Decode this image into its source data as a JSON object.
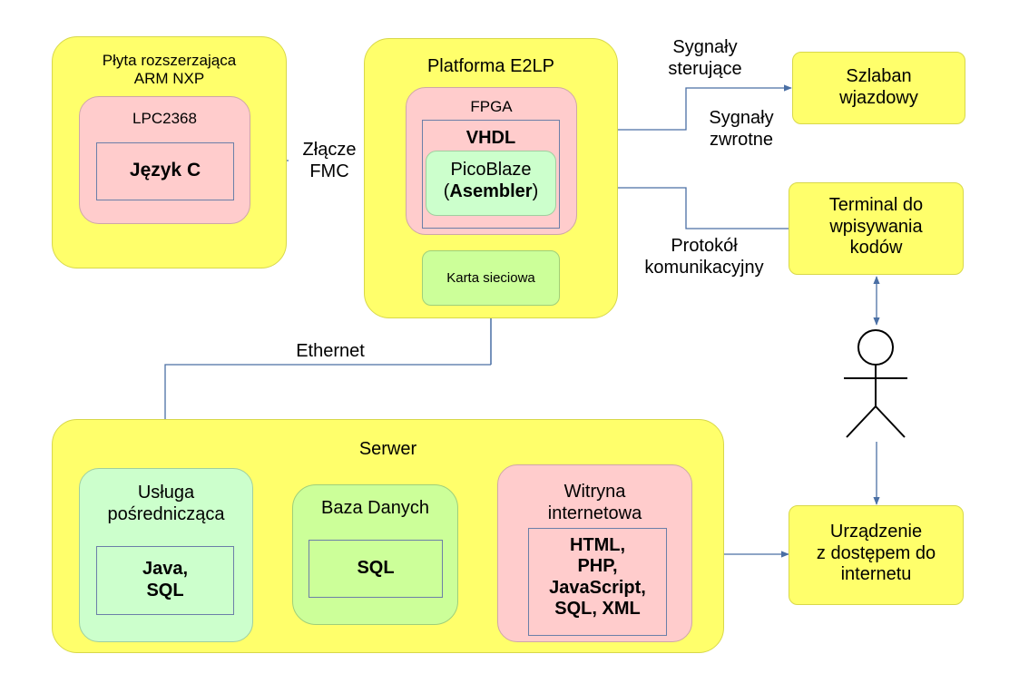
{
  "expansion_board": {
    "title": "Płyta rozszerzająca\nARM NXP",
    "chip": "LPC2368",
    "language": "Język C"
  },
  "platform": {
    "title": "Platforma E2LP",
    "fpga": "FPGA",
    "vhdl": "VHDL",
    "picoblaze": "PicoBlaze",
    "asm_open": "(",
    "asm": "Asembler",
    "asm_close": ")",
    "network_card": "Karta sieciowa"
  },
  "connector": "Złącze\nFMC",
  "barrier": "Szlaban\nwjazdowy",
  "control_signals": "Sygnały\nsterujące",
  "feedback_signals": "Sygnały\nzwrotne",
  "terminal": "Terminal do\nwpisywania\nkodów",
  "protocol": "Protokół\nkomunikacyjny",
  "ethernet": "Ethernet",
  "server": {
    "title": "Serwer",
    "middleware": {
      "title": "Usługa\npośrednicząca",
      "tech": "Java,\nSQL"
    },
    "database": {
      "title": "Baza Danych",
      "tech": "SQL"
    },
    "website": {
      "title": "Witryna\ninternetowa",
      "tech": "HTML,\nPHP,\nJavaScript,\nSQL, XML"
    }
  },
  "device": "Urządzenie\nz dostępem do\ninternetu",
  "colors": {
    "yellow": "#ffff6b",
    "pink": "#ffcccc",
    "green": "#ccffcc",
    "lime": "#ccff99",
    "line": "#4a6fa5"
  }
}
